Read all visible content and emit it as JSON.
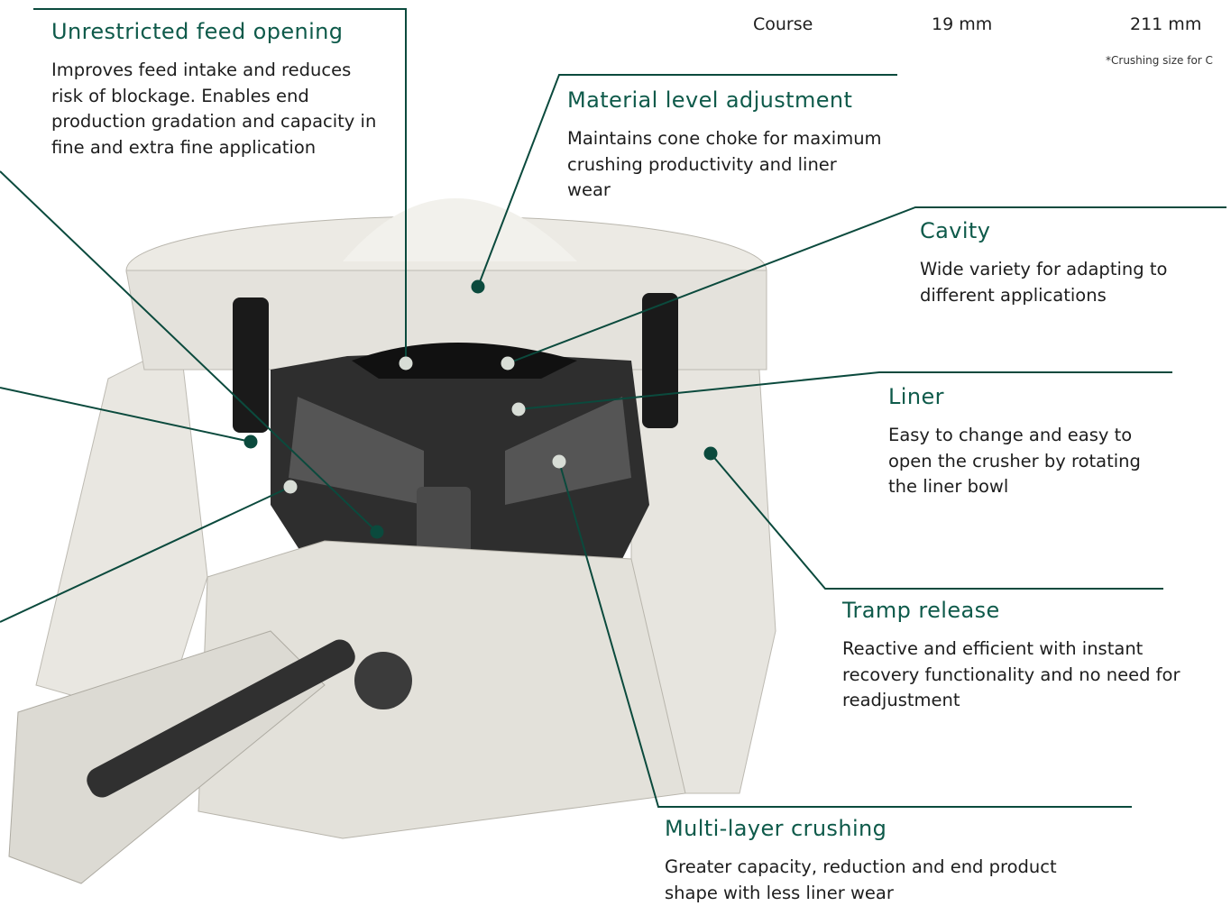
{
  "spec": {
    "row_label": "Course",
    "min_value": "19 mm",
    "max_value": "211 mm",
    "footnote": "*Crushing size for C"
  },
  "callouts": {
    "feed_opening": {
      "title": "Unrestricted feed opening",
      "desc": "Improves feed intake and reduces risk of blockage. Enables end production gradation and capacity in fine and extra fine application"
    },
    "material_level": {
      "title": "Material level adjustment",
      "desc": "Maintains cone choke for maximum crushing productivity and liner wear"
    },
    "cavity": {
      "title": "Cavity",
      "desc": "Wide variety for adapting to different applications"
    },
    "liner": {
      "title": "Liner",
      "desc": "Easy to change and easy to open the crusher by rotating the liner bowl"
    },
    "tramp_release": {
      "title": "Tramp release",
      "desc": "Reactive and efficient with instant recovery functionality and no need for readjustment"
    },
    "multi_layer": {
      "title": "Multi-layer crushing",
      "desc": "Greater capacity, reduction and end product shape with less liner wear"
    }
  },
  "colors": {
    "accent": "#0e5a4a",
    "leader_line": "#0b4a3d",
    "point_light": "#d8ddd6",
    "point_dark": "#0b4a3d"
  }
}
